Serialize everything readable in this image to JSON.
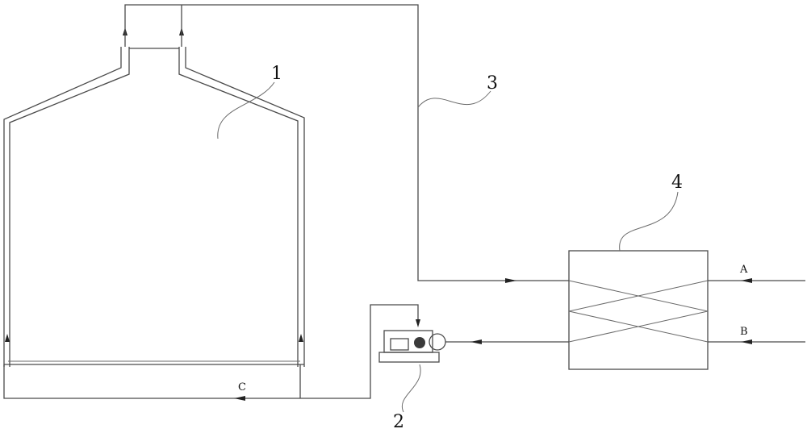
{
  "labels": {
    "tank": "1",
    "pump": "2",
    "pipe": "3",
    "exchanger": "4",
    "inlet_a": "A",
    "inlet_b": "B",
    "return_c": "C"
  }
}
